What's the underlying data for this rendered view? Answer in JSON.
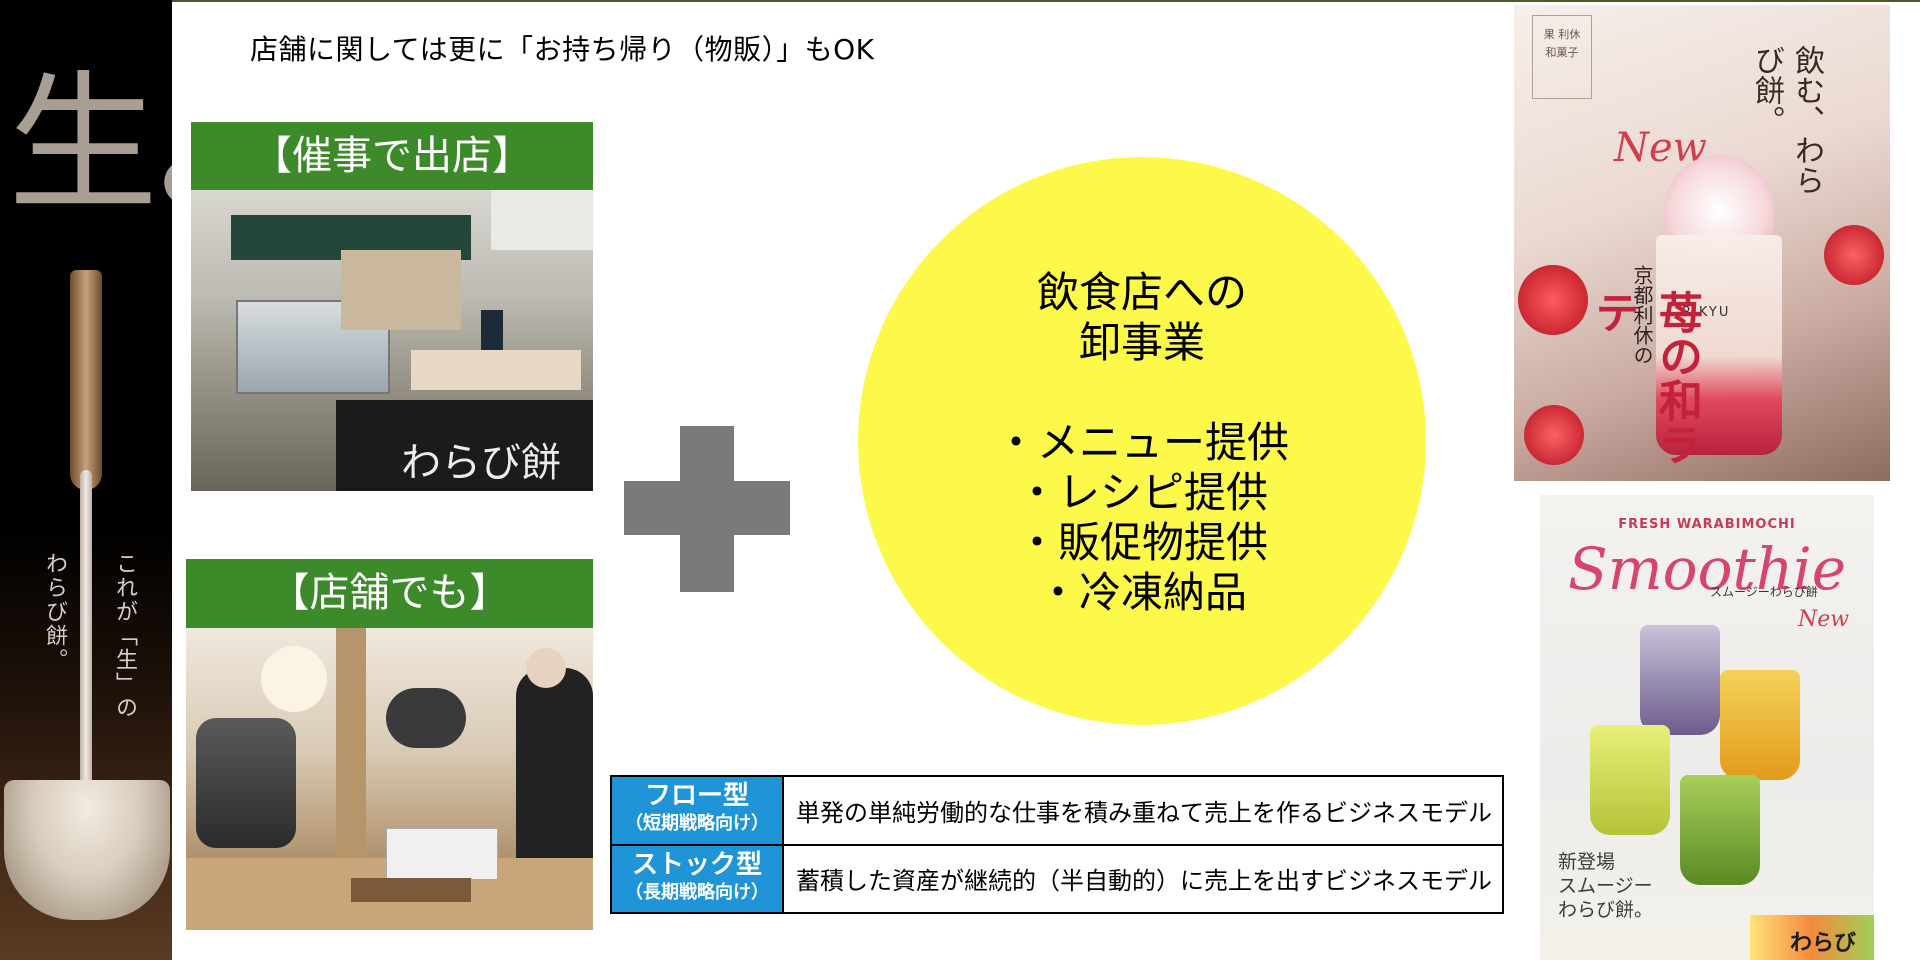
{
  "header": {
    "text": "店舗に関しては更に「お持ち帰り（物販）」もOK"
  },
  "event_card": {
    "label": "【催事で出店】",
    "sign_text": "わらび餅"
  },
  "store_card": {
    "label": "【店舗でも】"
  },
  "plus": {
    "icon": "plus-icon",
    "color": "#7a7a7a"
  },
  "circle": {
    "color": "#fcf94a",
    "lines": [
      "飲食店への",
      "卸事業",
      "",
      "・メニュー提供",
      "・レシピ提供",
      "・販促物提供",
      "・冷凍納品"
    ]
  },
  "model_table": {
    "accent": "#1f94d6",
    "rows": [
      {
        "type": "フロー型",
        "sub": "（短期戦略向け）",
        "desc": "単発の単純労働的な仕事を積み重ねて売上を作るビジネスモデル"
      },
      {
        "type": "ストック型",
        "sub": "（長期戦略向け）",
        "desc": "蓄積した資産が継続的（半自動的）に売上を出すビジネスモデル"
      }
    ]
  },
  "left_poster": {
    "big_char": "生。",
    "line1": "これが「生」の",
    "line2": "わらび餅。"
  },
  "latte_poster": {
    "corner_top": "果 利休",
    "corner_bottom": "和菓子",
    "new": "New",
    "headline": "飲む、わらび餅。",
    "brand": "京都利休の",
    "product": "苺の和ラテ",
    "cup": "RIKYU"
  },
  "smoothie_poster": {
    "fresh": "FRESH WARABIMOCHI",
    "title": "Smoothie",
    "subtitle": "スムージーわらび餅",
    "new": "New",
    "tagline": [
      "新登場",
      "スムージー",
      "わらび餅。"
    ],
    "brand": "わらび餅"
  }
}
